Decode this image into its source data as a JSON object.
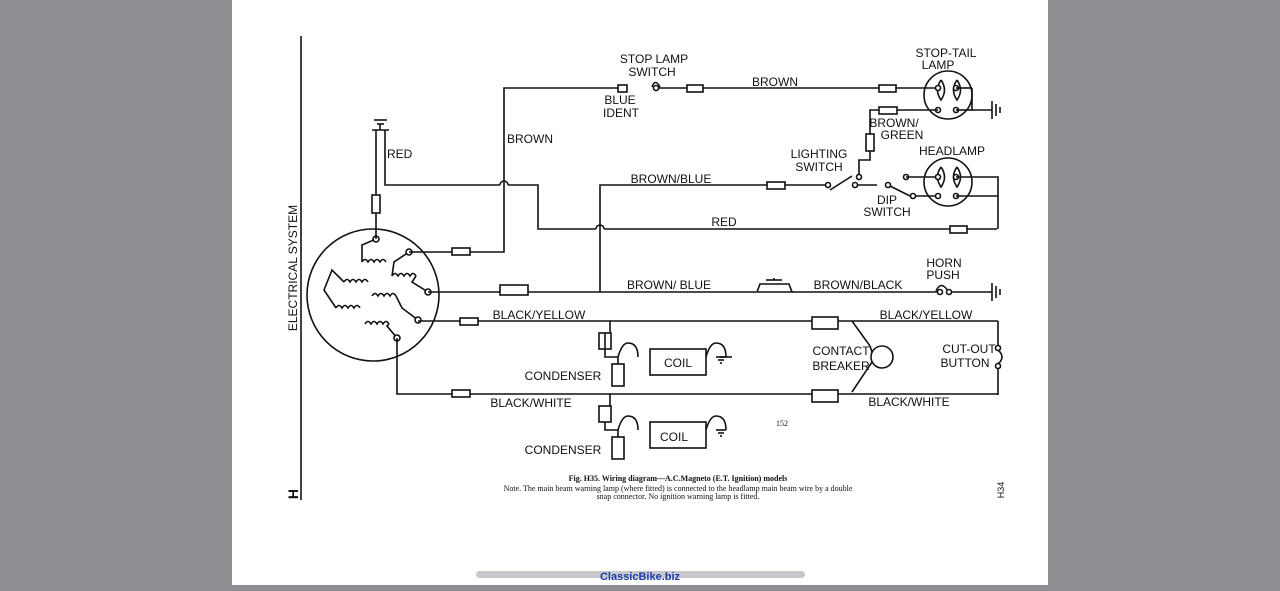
{
  "side": {
    "section_label": "ELECTRICAL SYSTEM",
    "section_letter": "H",
    "ref_code": "H34",
    "page_number": "152"
  },
  "labels": {
    "stop_lamp_switch_1": "STOP LAMP",
    "stop_lamp_switch_2": "SWITCH",
    "blue_ident_1": "BLUE",
    "blue_ident_2": "IDENT",
    "brown_top": "BROWN",
    "stop_tail_1": "STOP-TAIL",
    "stop_tail_2": "LAMP",
    "brown_green_1": "BROWN/",
    "brown_green_2": "GREEN",
    "headlamp": "HEADLAMP",
    "lighting_switch_1": "LIGHTING",
    "lighting_switch_2": "SWITCH",
    "dip_switch_1": "DIP",
    "dip_switch_2": "SWITCH",
    "red_left": "RED",
    "brown_left": "BROWN",
    "brown_blue_upper": "BROWN/BLUE",
    "red_mid": "RED",
    "horn_push_1": "HORN",
    "horn_push_2": "PUSH",
    "brown_blue_lower": "BROWN/ BLUE",
    "brown_black": "BROWN/BLACK",
    "black_yellow_left": "BLACK/YELLOW",
    "black_yellow_right": "BLACK/YELLOW",
    "coil_upper": "COIL",
    "contact_breaker_1": "CONTACT",
    "contact_breaker_2": "BREAKER",
    "cut_out_1": "CUT-OUT",
    "cut_out_2": "BUTTON",
    "condenser_upper": "CONDENSER",
    "black_white_left": "BLACK/WHITE",
    "black_white_right": "BLACK/WHITE",
    "coil_lower": "COIL",
    "condenser_lower": "CONDENSER"
  },
  "caption": {
    "title": "Fig. H35.   Wiring diagram—A.C.Magneto (E.T. Ignition) models",
    "note_1": "Note. The main beam warning lamp (where fitted) is connected to the headlamp main beam wire by a double",
    "note_2": "snap connector.  No ignition warning lamp is fitted."
  },
  "footer": {
    "site": "ClassicBike.biz"
  }
}
